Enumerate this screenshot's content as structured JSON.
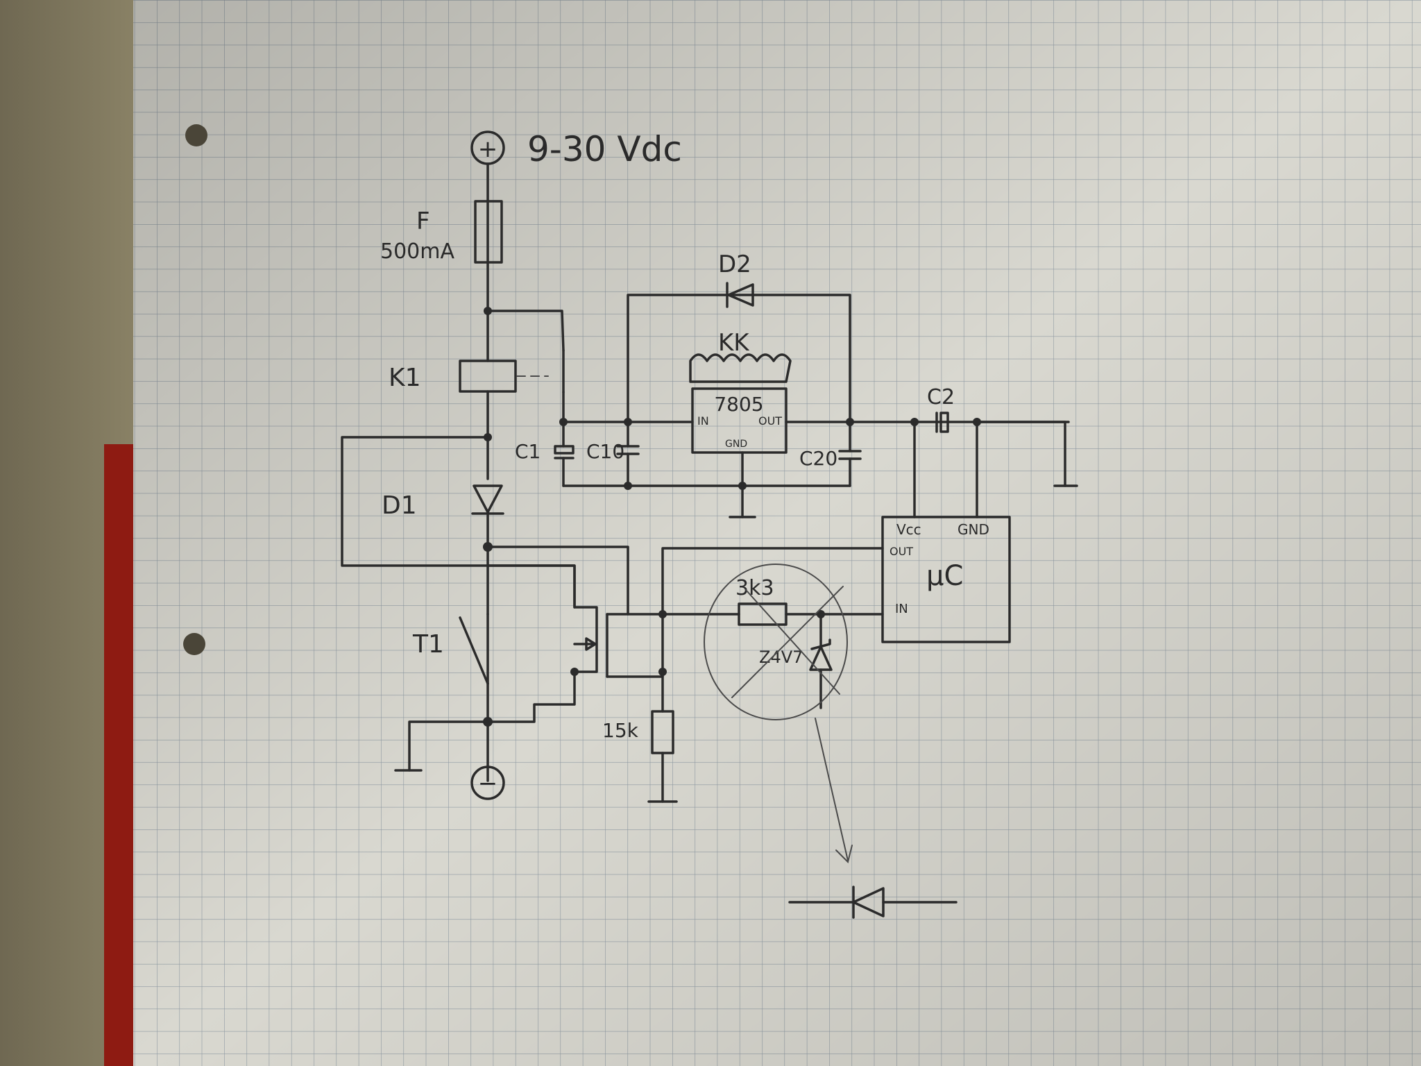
{
  "colors": {
    "paper": "#d9d8d0",
    "grid": "#8f9aa3",
    "ink": "#2b2b2b",
    "desk_left": "#7b745c",
    "binder_red": "#8e1b12"
  },
  "supply": {
    "plus_symbol": "+",
    "minus_symbol": "−",
    "voltage_label": "9-30 Vdc"
  },
  "fuse": {
    "name": "F",
    "rating": "500mA"
  },
  "relay": {
    "name": "K1"
  },
  "diodes": {
    "d1": "D1",
    "d2": "D2"
  },
  "regulator": {
    "heatsink": "KK",
    "part": "7805",
    "pin_in": "IN",
    "pin_out": "OUT",
    "pin_gnd": "GND"
  },
  "capacitors": {
    "c1": "C1",
    "c10": "C10",
    "c20": "C20",
    "c2": "C2"
  },
  "microcontroller": {
    "name": "µC",
    "pin_vcc": "Vcc",
    "pin_gnd": "GND",
    "pin_out": "OUT",
    "pin_in": "IN"
  },
  "resistors": {
    "r_series": "3k3",
    "r_pulldown": "15k"
  },
  "zener": {
    "value": "Z4V7"
  },
  "switch": {
    "name": "T1"
  }
}
